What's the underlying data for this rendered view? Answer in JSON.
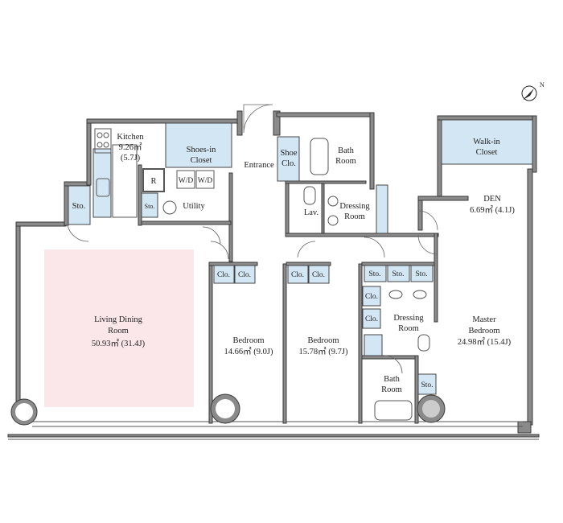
{
  "colors": {
    "living_highlight": "#fbe6ea",
    "closet_fill": "#d3e6f3",
    "wall_fill": "#8a8a8a",
    "wall_outline": "#3a3a3a"
  },
  "compass": {
    "label": "N"
  },
  "rooms": {
    "kitchen": {
      "name": "Kitchen",
      "area": "9.26㎡",
      "jo": "(5.7J)"
    },
    "shoes_in_closet": {
      "line1": "Shoes-in",
      "line2": "Closet"
    },
    "entrance": {
      "name": "Entrance"
    },
    "shoe_closet": {
      "line1": "Shoe",
      "line2": "Clo."
    },
    "bath_top": {
      "line1": "Bath",
      "line2": "Room"
    },
    "walk_in_closet": {
      "line1": "Walk-in",
      "line2": "Closet"
    },
    "den": {
      "name": "DEN",
      "area": "6.69㎡ (4.1J)"
    },
    "fridge": {
      "label": "R"
    },
    "wd_left": {
      "label": "W/D"
    },
    "wd_right": {
      "label": "W/D"
    },
    "utility": {
      "name": "Utility"
    },
    "utility_sto": {
      "label": "Sto."
    },
    "lav": {
      "name": "Lav."
    },
    "dressing_top": {
      "line1": "Dressing",
      "line2": "Room"
    },
    "sto_left": {
      "label": "Sto."
    },
    "living": {
      "line1": "Living Dining",
      "line2": "Room",
      "area": "50.93㎡ (31.4J)"
    },
    "bedroom1": {
      "name": "Bedroom",
      "area": "14.66㎡ (9.0J)"
    },
    "bedroom2": {
      "name": "Bedroom",
      "area": "15.78㎡ (9.7J)"
    },
    "dressing_master": {
      "line1": "Dressing",
      "line2": "Room"
    },
    "master": {
      "line1": "Master",
      "line2": "Bedroom",
      "area": "24.98㎡ (15.4J)"
    },
    "bath_bottom": {
      "line1": "Bath",
      "line2": "Room"
    },
    "sto_bath": {
      "label": "Sto."
    }
  },
  "closets": {
    "b1_clo_a": "Clo.",
    "b1_clo_b": "Clo.",
    "b2_clo_a": "Clo.",
    "b2_clo_b": "Clo.",
    "m_sto_a": "Sto.",
    "m_sto_b": "Sto.",
    "m_sto_c": "Sto.",
    "m_clo_a": "Clo.",
    "m_clo_b": "Clo."
  }
}
